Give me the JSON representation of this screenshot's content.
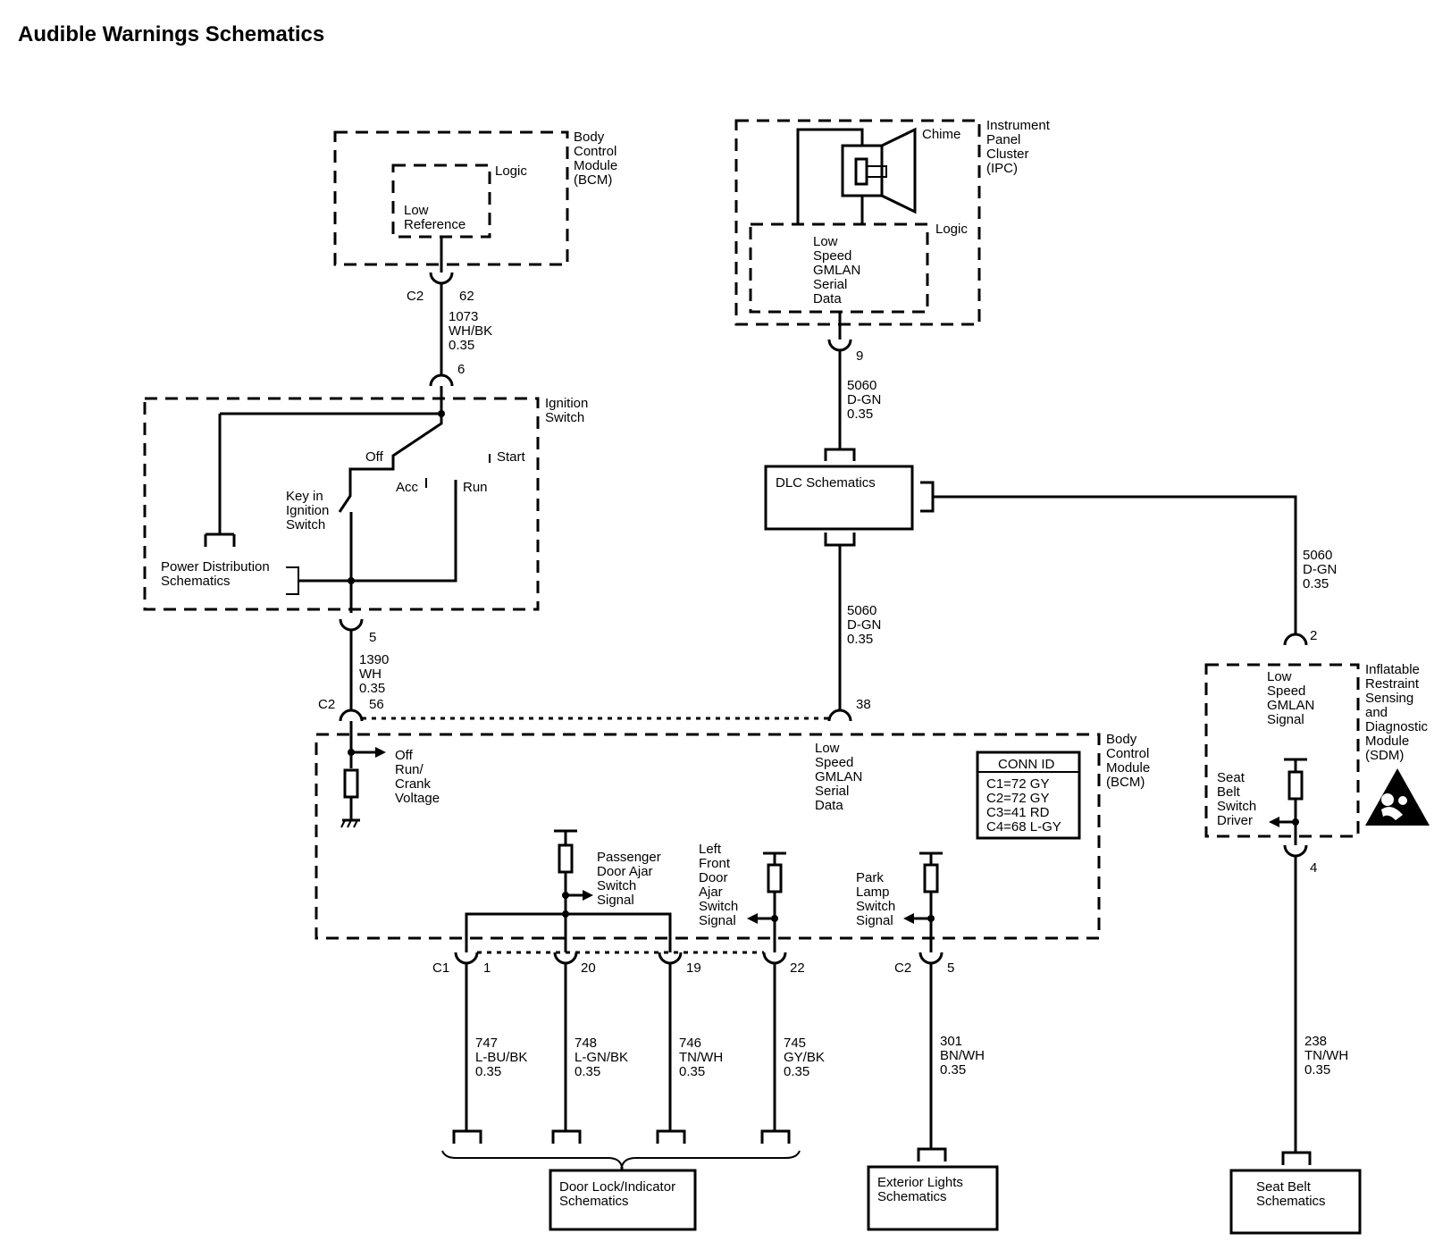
{
  "title": "Audible Warnings Schematics",
  "bcm_top": {
    "name": [
      "Body",
      "Control",
      "Module",
      "(BCM)"
    ],
    "logic": "Logic",
    "low_ref": [
      "Low",
      "Reference"
    ],
    "connector": "C2",
    "pin": "62"
  },
  "wire_1073": [
    "1073",
    "WH/BK",
    "0.35"
  ],
  "ign_pin_6": "6",
  "ignition": {
    "name": [
      "Ignition",
      "Switch"
    ],
    "off": "Off",
    "start": "Start",
    "acc": "Acc",
    "run": "Run",
    "key_in": [
      "Key in",
      "Ignition",
      "Switch"
    ],
    "power_dist": [
      "Power Distribution",
      "Schematics"
    ],
    "pin": "5"
  },
  "wire_1390": [
    "1390",
    "WH",
    "0.35"
  ],
  "bcm_c2_56": {
    "connector": "C2",
    "pin": "56"
  },
  "ipc": {
    "name": [
      "Instrument",
      "Panel",
      "Cluster",
      "(IPC)"
    ],
    "chime": "Chime",
    "logic": "Logic",
    "gmlan": [
      "Low",
      "Speed",
      "GMLAN",
      "Serial",
      "Data"
    ],
    "pin": "9"
  },
  "wire_5060_a": [
    "5060",
    "D-GN",
    "0.35"
  ],
  "dlc": "DLC Schematics",
  "wire_5060_b": [
    "5060",
    "D-GN",
    "0.35"
  ],
  "wire_5060_c": [
    "5060",
    "D-GN",
    "0.35"
  ],
  "bcm_pin_38": "38",
  "bcm_main": {
    "name": [
      "Body",
      "Control",
      "Module",
      "(BCM)"
    ],
    "off_run": [
      "Off",
      "Run/",
      "Crank",
      "Voltage"
    ],
    "gmlan": [
      "Low",
      "Speed",
      "GMLAN",
      "Serial",
      "Data"
    ],
    "conn_id_title": "CONN ID",
    "conn_ids": [
      "C1=72 GY",
      "C2=72 GY",
      "C3=41 RD",
      "C4=68 L-GY"
    ],
    "pass_door": [
      "Passenger",
      "Door Ajar",
      "Switch",
      "Signal"
    ],
    "lf_door": [
      "Left",
      "Front",
      "Door",
      "Ajar",
      "Switch",
      "Signal"
    ],
    "park_lamp": [
      "Park",
      "Lamp",
      "Switch",
      "Signal"
    ]
  },
  "c1_pins": {
    "connector": "C1",
    "pins": [
      "1",
      "20",
      "19",
      "22"
    ]
  },
  "c2_pin5": {
    "connector": "C2",
    "pin": "5"
  },
  "wires_bottom": [
    [
      "747",
      "L-BU/BK",
      "0.35"
    ],
    [
      "748",
      "L-GN/BK",
      "0.35"
    ],
    [
      "746",
      "TN/WH",
      "0.35"
    ],
    [
      "745",
      "GY/BK",
      "0.35"
    ],
    [
      "301",
      "BN/WH",
      "0.35"
    ],
    [
      "238",
      "TN/WH",
      "0.35"
    ]
  ],
  "sdm": {
    "name": [
      "Inflatable",
      "Restraint",
      "Sensing",
      "and",
      "Diagnostic",
      "Module",
      "(SDM)"
    ],
    "gmlan": [
      "Low",
      "Speed",
      "GMLAN",
      "Signal"
    ],
    "seat_belt": [
      "Seat",
      "Belt",
      "Switch",
      "Driver"
    ],
    "pin_top": "2",
    "pin_bottom": "4"
  },
  "dest_door_lock": [
    "Door Lock/Indicator",
    "Schematics"
  ],
  "dest_ext_lights": [
    "Exterior Lights",
    "Schematics"
  ],
  "dest_seat_belt": [
    "Seat Belt",
    "Schematics"
  ]
}
